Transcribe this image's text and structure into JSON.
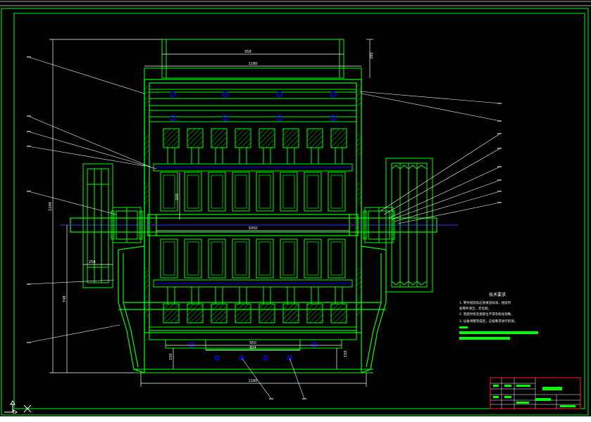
{
  "colors": {
    "background": "#000000",
    "geometry": "#00ff00",
    "hole": "#0000ff",
    "centerline": "#3a3aff",
    "leader": "#ffffff",
    "dimension": "#ffffff",
    "hatch": "#00ff00"
  },
  "dimensions": {
    "top_inner_width": "958",
    "top_outer_width": "1180",
    "top_height": "280",
    "overall_height": "1249",
    "lower_height": "748",
    "rotor_disc": "200",
    "shaft_length": "1050",
    "pulley_width": "258",
    "bottom_grate_1": "950",
    "bottom_grate_2": "834",
    "bottom_foot_left": "150",
    "bottom_foot_right": "150",
    "base_width": "1180"
  },
  "notes": {
    "title": "技术要求",
    "items": [
      "1. 零件组装前必须清洗除净，组装时",
      "   各零件清洁、无毛刺。",
      "2. 装配时各连接部位不得有松动现象。",
      "3. 设备调整完成后，应按要求进行检测。"
    ]
  },
  "icons": {
    "ucs": "ucs-axis-icon"
  }
}
